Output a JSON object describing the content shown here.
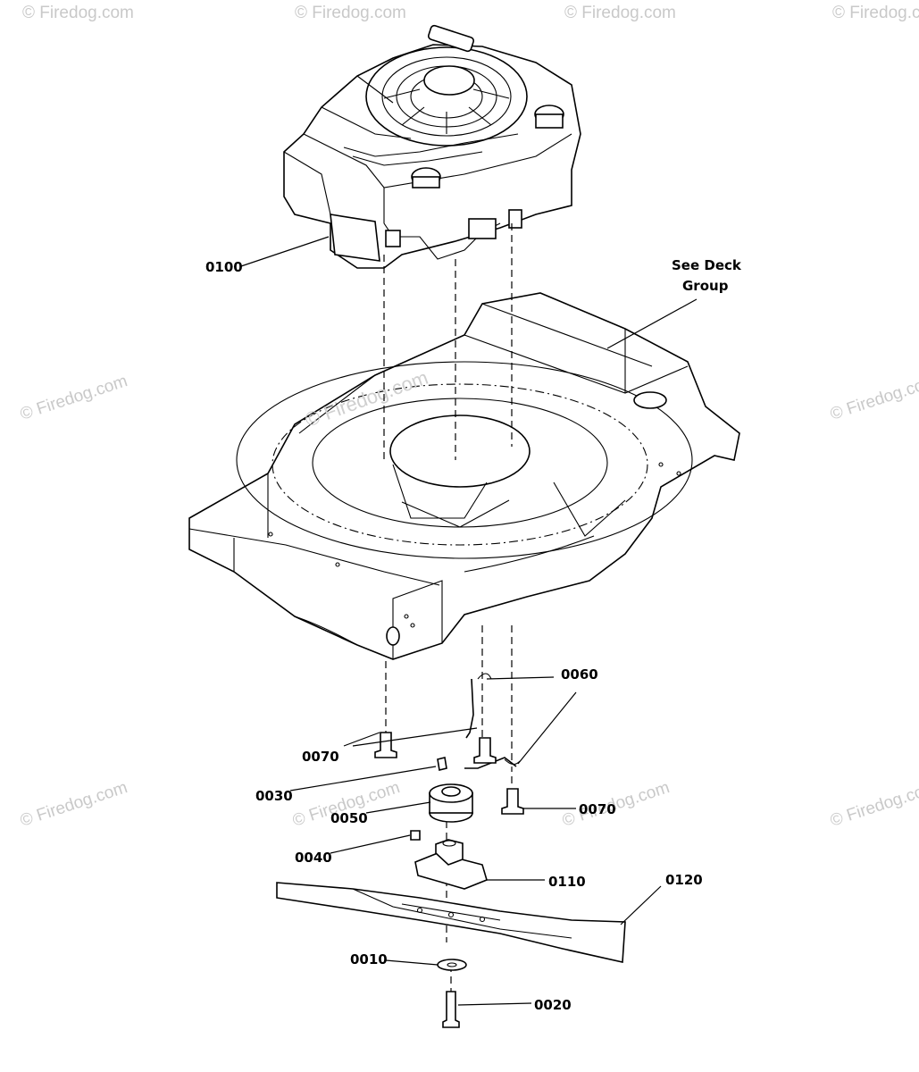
{
  "callouts": {
    "c0100": "0100",
    "c0060": "0060",
    "c0070a": "0070",
    "c0070b": "0070",
    "c0030": "0030",
    "c0050": "0050",
    "c0040": "0040",
    "c0110": "0110",
    "c0120": "0120",
    "c0010": "0010",
    "c0020": "0020"
  },
  "see_deck": {
    "line1": "See Deck",
    "line2": "Group"
  },
  "watermark": {
    "text": "© Firedog.com",
    "deck_text": "© Firedog.com"
  },
  "colors": {
    "ink": "#000000",
    "watermark": "#c9c9c9",
    "background": "#ffffff"
  }
}
